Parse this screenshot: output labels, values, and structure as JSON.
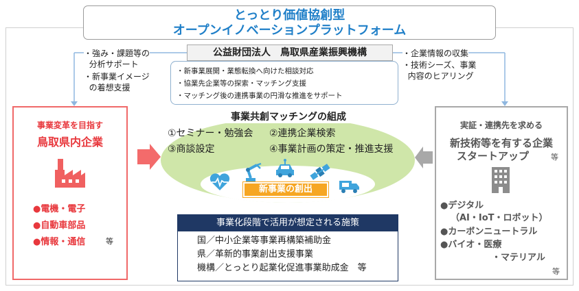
{
  "title": {
    "line1": "とっとり価値協創型",
    "line2": "オープンイノベーションプラットフォーム"
  },
  "organization": "公益財団法人　鳥取県産業振興機構",
  "services": [
    "・新事業展開・業態転換へ向けた相談対応",
    "・協業先企業等の探索・マッチング支援",
    "・マッチング後の連携事業の円滑な推進をサポート"
  ],
  "left_support": {
    "item1": "・強み・課題等の\n  分析サポート",
    "item2": "・新事業イメージ\n  の着想支援"
  },
  "right_support": {
    "item1": "・企業情報の収集",
    "item2": "・技術シーズ、事業\n  内容のヒアリング"
  },
  "matching": {
    "heading": "事業共創マッチングの組成",
    "step1": "①セミナー・勉強会",
    "step2": "②連携企業検索",
    "step3": "③商談設定",
    "step4": "④事業計画の策定・推進支援",
    "banner": "新事業の創出"
  },
  "left_card": {
    "subtitle": "事業変革を目指す",
    "title": "鳥取県内企業",
    "item1": "●電機・電子",
    "item2": "●自動車部品",
    "item3": "●情報・通信",
    "etc": "等"
  },
  "right_card": {
    "subtitle": "実証・連携先を求める",
    "title1": "新技術等を有する企業",
    "title2": "スタートアップ",
    "title_etc": "等",
    "item1": "●デジタル",
    "item1b": "（AI・IoT・ロボット）",
    "item2": "●カーボンニュートラル",
    "item3": "●バイオ・医療",
    "item3b": "・マテリアル",
    "etc": "等"
  },
  "measures": {
    "heading": "事業化段階で活用が想定される施策",
    "item1": "国／中小企業等事業再構築補助金",
    "item2": "県／革新的事業創出支援事業",
    "item3": "機構／とっとり起業化促進事業助成金　等"
  },
  "colors": {
    "title_blue": "#1f7fc8",
    "accent_red": "#e8383d",
    "arrow_red": "#f36b6b",
    "navy": "#1f3864",
    "green": "#cfe6a9",
    "orange": "#f6a623",
    "icon_blue": "#3fa4dc"
  },
  "icons": [
    "factory-icon",
    "building-icon",
    "heart-pulse-icon",
    "robot-arm-icon",
    "car-icon",
    "satellite-icon",
    "truck-icon"
  ]
}
